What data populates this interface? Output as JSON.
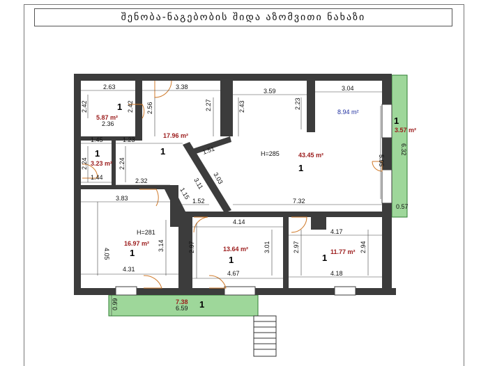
{
  "title": "შენობა-ნაგებობის შიდა აზომვითი ნახაზი",
  "rooms": [
    {
      "id": "r1",
      "area": "5.87 m²",
      "number": "1"
    },
    {
      "id": "r2",
      "area": "17.96 m²",
      "number": "1"
    },
    {
      "id": "r3",
      "area": "43.45 m²",
      "number": "1",
      "height": "H=285"
    },
    {
      "id": "r4",
      "area": "8.94 m²",
      "number": ""
    },
    {
      "id": "r5",
      "area": "3.57 m²",
      "number": "1"
    },
    {
      "id": "r6",
      "area": "3.23 m²",
      "number": "1"
    },
    {
      "id": "r7",
      "area": "16.97 m²",
      "number": "1",
      "height": "H=281"
    },
    {
      "id": "r8",
      "area": "13.64 m²",
      "number": "1"
    },
    {
      "id": "r9",
      "area": "11.77 m²",
      "number": "1"
    },
    {
      "id": "r10",
      "area": "7.38",
      "number": "1"
    }
  ],
  "dimensions": {
    "d263": "2.63",
    "d242a": "2.42",
    "d242b": "2.42",
    "d236": "2.36",
    "d338": "3.38",
    "d256": "2.56",
    "d227": "2.27",
    "d359": "3.59",
    "d243": "2.43",
    "d223": "2.23",
    "d304": "3.04",
    "d595": "5.95",
    "d632": "6.32",
    "d145": "1.45",
    "d123": "1.23",
    "d224a": "2.24",
    "d224b": "2.24",
    "d144": "1.44",
    "d232": "2.32",
    "d151": "1.51",
    "d311": "3.11",
    "d303": "3.03",
    "d115": "1.15",
    "d152": "1.52",
    "d732": "7.32",
    "d057": "0.57",
    "d383": "3.83",
    "d405": "4.05",
    "d314": "3.14",
    "d431": "4.31",
    "d414": "4.14",
    "d297a": "2.97",
    "d301": "3.01",
    "d467": "4.67",
    "d297b": "2.97",
    "d417": "4.17",
    "d294": "2.94",
    "d418": "4.18",
    "d099": "0.99",
    "d659": "6.59"
  }
}
